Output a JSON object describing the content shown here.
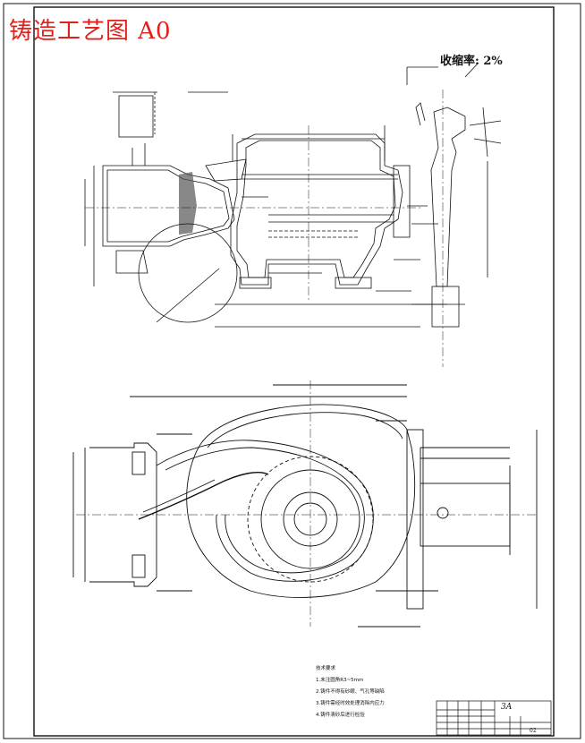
{
  "title": "铸造工艺图 A0",
  "shrinkage": "收缩率: 2%",
  "tech_requirements": {
    "heading": "技术要求",
    "items": [
      "1.未注圆角R3~5mm",
      "2.铸件不得有砂眼、气孔等缺陷",
      "3.铸件需经时效处理消除内应力",
      "4.铸件清砂后进行检验"
    ]
  },
  "title_block": {
    "code": "3A",
    "sheet_no": "02"
  },
  "colors": {
    "title_red": "#e0201a",
    "line_black": "#111111"
  }
}
